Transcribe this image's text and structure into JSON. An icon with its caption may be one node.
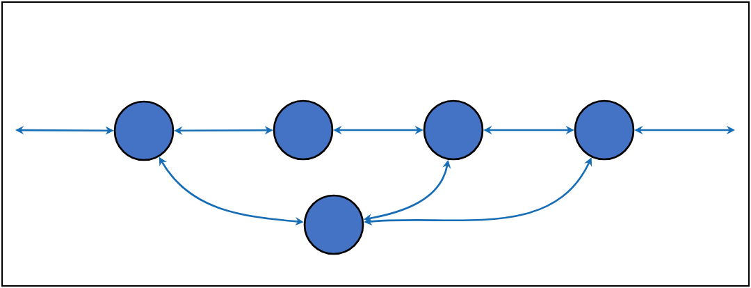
{
  "diagram": {
    "nodes": [
      {
        "text": [],
        "shape": "circle"
      },
      {
        "text": [],
        "shape": "circle"
      },
      {
        "text": [],
        "shape": "circle"
      },
      {
        "text": [],
        "shape": "circle"
      },
      {
        "text": [],
        "shape": "circle"
      }
    ],
    "edges": [
      {
        "from": null,
        "to": 0,
        "arrow": "both"
      },
      {
        "from": 0,
        "to": 1,
        "arrow": "both"
      },
      {
        "from": 1,
        "to": 2,
        "arrow": "both"
      },
      {
        "from": 2,
        "to": 3,
        "arrow": "both"
      },
      {
        "from": 3,
        "to": null,
        "arrow": "both"
      },
      {
        "from": 0,
        "to": 4,
        "arrow": "both"
      },
      {
        "from": 4,
        "to": 2,
        "arrow": "both"
      },
      {
        "from": 4,
        "to": 3,
        "arrow": "both"
      }
    ]
  }
}
